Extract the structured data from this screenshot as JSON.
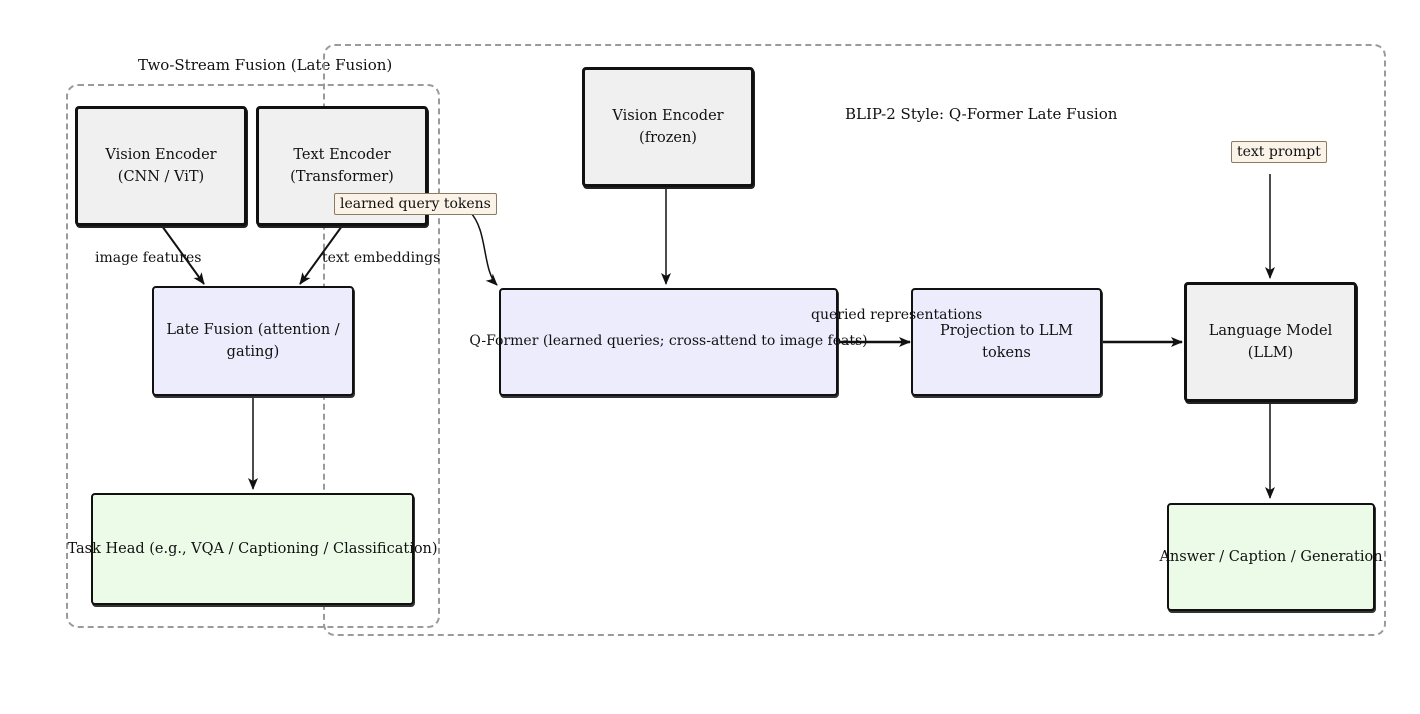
{
  "groups": {
    "two_stream": {
      "title": "Two-Stream Fusion (Late Fusion)"
    },
    "blip2": {
      "title": "BLIP-2 Style: Q-Former Late Fusion"
    }
  },
  "nodes": {
    "vision_encoder": {
      "line1": "Vision Encoder",
      "line2": "(CNN / ViT)"
    },
    "text_encoder": {
      "line1": "Text Encoder",
      "line2": "(Transformer)"
    },
    "late_fusion": {
      "label": "Late Fusion (attention / gating)"
    },
    "task_head": {
      "label": "Task Head (e.g., VQA / Captioning / Classification)"
    },
    "vision_encoder_frozen": {
      "label": "Vision Encoder (frozen)"
    },
    "qformer": {
      "label": "Q-Former (learned queries; cross-attend to image feats)"
    },
    "projection": {
      "label": "Projection to LLM tokens"
    },
    "llm": {
      "label": "Language Model (LLM)"
    },
    "answer": {
      "label": "Answer / Caption / Generation"
    },
    "learned_query_tokens": {
      "label": "learned query tokens"
    },
    "text_prompt": {
      "label": "text prompt"
    }
  },
  "edges": {
    "image_features": "image features",
    "text_embeddings": "text embeddings",
    "queried_representations": "queried representations"
  },
  "colors": {
    "encoder_fill": "#f0f0f0",
    "fusion_fill": "#ececfc",
    "output_fill": "#ebfbe8",
    "tag_fill": "#fbf3e8",
    "group_border": "#9a9a9a"
  }
}
